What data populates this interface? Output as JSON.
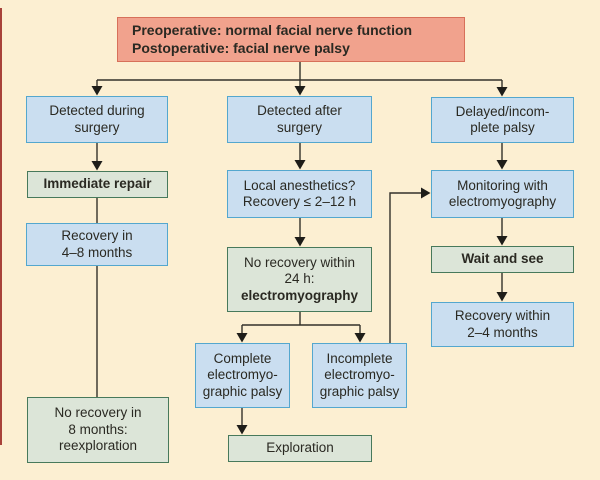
{
  "figure": {
    "type": "clinical-algorithm-flowchart",
    "palette": {
      "background": "#FCEFD2",
      "blue_node_fill": "#CADEF0",
      "blue_node_border": "#54A7CE",
      "green_node_fill": "#DCE5D8",
      "green_node_border": "#47795B",
      "root_node_fill": "#F1A28D",
      "root_node_border": "#D7705A",
      "connector": "#33312A",
      "text": "#2A2922",
      "margin_rule": "#A8423A"
    },
    "root": {
      "label": "Preoperative: normal facial nerve function\nPostoperative: facial nerve palsy"
    },
    "nodes": {
      "detected_during": {
        "label": "Detected during\nsurgery"
      },
      "immediate_repair": {
        "label": "Immediate repair"
      },
      "recovery_4_8": {
        "label": "Recovery in\n4–8 months"
      },
      "no_recovery_8": {
        "label": "No recovery in\n8 months:\nreexploration"
      },
      "detected_after": {
        "label": "Detected after\nsurgery"
      },
      "local_anesthetics": {
        "label": "Local anesthetics?\nRecovery ≤ 2–12 h"
      },
      "no_recovery_24": {
        "normal": "No recovery within\n24 h:",
        "bold": "electromyography"
      },
      "complete_emg": {
        "label": "Complete\nelectromyo-\ngraphic palsy"
      },
      "incomplete_emg": {
        "label": "Incomplete\nelectromyo-\ngraphic palsy"
      },
      "exploration": {
        "label": "Exploration"
      },
      "delayed_palsy": {
        "label": "Delayed/incom-\nplete palsy"
      },
      "monitoring": {
        "label": "Monitoring with\nelectromyography"
      },
      "wait_and_see": {
        "label": "Wait and see"
      },
      "recovery_2_4": {
        "label": "Recovery within\n2–4 months"
      }
    }
  }
}
